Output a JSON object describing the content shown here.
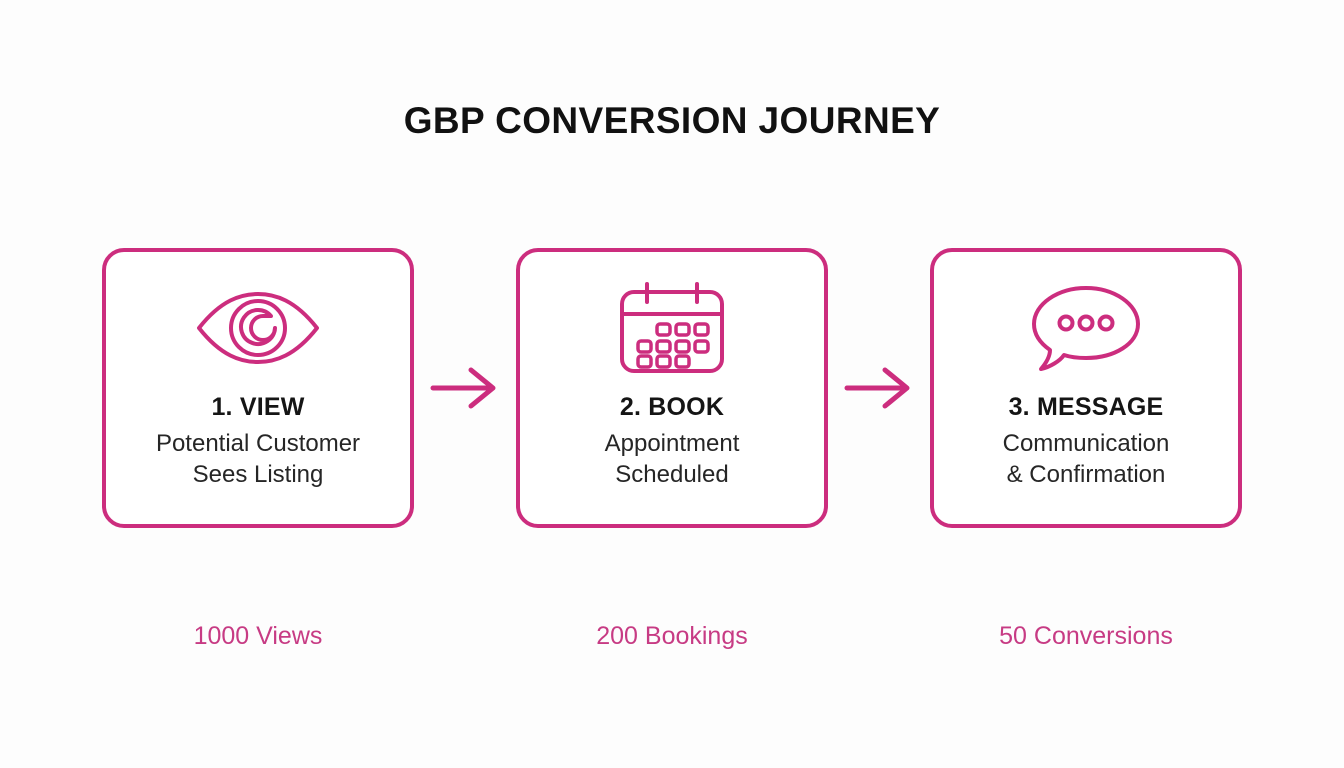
{
  "page": {
    "title": "GBP CONVERSION JOURNEY",
    "background_color": "#fdfdfd",
    "accent_color": "#cc2d7e",
    "metric_color": "#c73b84",
    "heading_color": "#111111"
  },
  "steps": [
    {
      "icon": "eye-icon",
      "title": "1. VIEW",
      "subtitle": "Potential Customer\nSees Listing",
      "metric": "1000 Views"
    },
    {
      "icon": "calendar-icon",
      "title": "2. BOOK",
      "subtitle": "Appointment\nScheduled",
      "metric": "200 Bookings"
    },
    {
      "icon": "speech-bubble-icon",
      "title": "3. MESSAGE",
      "subtitle": "Communication\n& Confirmation",
      "metric": "50 Conversions"
    }
  ],
  "connectors": [
    {
      "name": "arrow-right-icon"
    },
    {
      "name": "arrow-right-icon"
    }
  ],
  "chart_data": {
    "type": "bar",
    "title": "GBP CONVERSION JOURNEY",
    "categories": [
      "1. VIEW",
      "2. BOOK",
      "3. MESSAGE"
    ],
    "values": [
      1000,
      200,
      50
    ],
    "value_labels": [
      "1000 Views",
      "200 Bookings",
      "50 Conversions"
    ],
    "xlabel": "",
    "ylabel": "",
    "legend": []
  }
}
